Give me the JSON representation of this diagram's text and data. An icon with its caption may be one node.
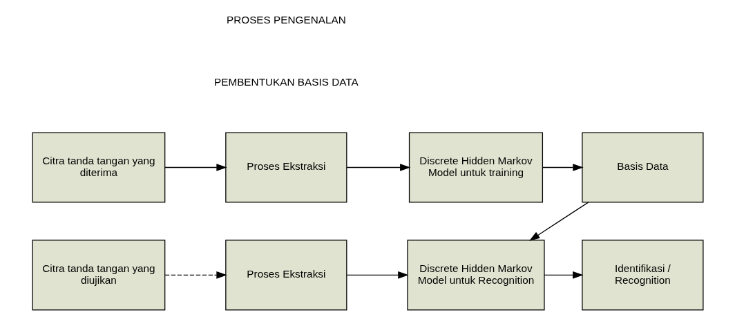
{
  "diagram": {
    "nodes": [
      {
        "text": [
          "Citra tanda tangan yang diterima"
        ]
      },
      {
        "text": [
          "Proses Ekstraksi"
        ]
      },
      {
        "text": [
          "Discrete Hidden Markov Model untuk training"
        ]
      },
      {
        "text": [
          "Basis Data"
        ]
      },
      {
        "text": [
          "Citra tanda tangan yang diujikan"
        ]
      },
      {
        "text": [
          "Proses Ekstraksi"
        ]
      },
      {
        "text": [
          "Discrete Hidden Markov Model untuk Recognition"
        ]
      },
      {
        "text": [
          "Identifikasi / Recognition"
        ]
      }
    ],
    "edges": [
      {
        "from": 0,
        "to": 1,
        "arrow": "to"
      },
      {
        "from": 1,
        "to": 2,
        "arrow": "to"
      },
      {
        "from": 2,
        "to": 3,
        "arrow": "to"
      },
      {
        "from": 3,
        "to": 6,
        "arrow": "to"
      },
      {
        "from": 4,
        "to": 5,
        "arrow": "to",
        "style": "dashed"
      },
      {
        "from": 5,
        "to": 6,
        "arrow": "to"
      },
      {
        "from": 6,
        "to": 7,
        "arrow": "to"
      }
    ],
    "labels": [
      "PEMBENTUKAN BASIS DATA",
      "PROSES PENGENALAN"
    ]
  }
}
